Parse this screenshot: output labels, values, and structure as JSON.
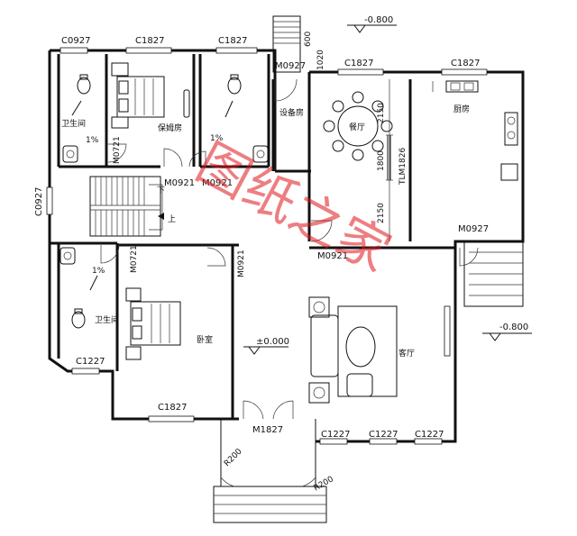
{
  "plan": {
    "levels": {
      "outside_top": "-0.800",
      "outside_right": "-0.800",
      "floor": "±0.000"
    },
    "rooms": {
      "bath_top": "卫生间",
      "nanny_room": "保姆房",
      "equipment_room": "设备房",
      "dining": "餐厅",
      "kitchen": "厨房",
      "bedroom": "卧室",
      "living_room": "客厅",
      "bath_left": "卫生间"
    },
    "slopes": {
      "bath_top": "1%",
      "nanny_bath": "1%",
      "bath_left": "1%"
    },
    "windows": {
      "w_top_1": "C0927",
      "w_top_2": "C1827",
      "w_top_3": "C1827",
      "w_dining": "C1827",
      "w_kitchen": "C1827",
      "w_left": "C0927",
      "w_bath_left": "C1227",
      "w_bedroom": "C1827",
      "w_living_1": "C1227",
      "w_living_2": "C1227",
      "w_living_3": "C1227"
    },
    "doors": {
      "d_equipment": "M0927",
      "d_bath_top": "M0721",
      "d_stair_1": "M0921",
      "d_stair_2": "M0921",
      "d_bath_left": "M0721",
      "d_bedroom": "M0921",
      "d_dining": "M0921",
      "d_kitchen": "M0927",
      "d_entry": "M1827",
      "d_dining_kitchen": "TLM1826"
    },
    "dimensions": {
      "top_stair": "600",
      "top_gap": "1020",
      "dim_a": "2150",
      "dim_b": "1800",
      "dim_c": "2150"
    },
    "stairs": {
      "down": "下",
      "up": "上"
    },
    "radii": {
      "r1": "R200",
      "r2": "R200"
    },
    "watermark": "图纸之家"
  }
}
